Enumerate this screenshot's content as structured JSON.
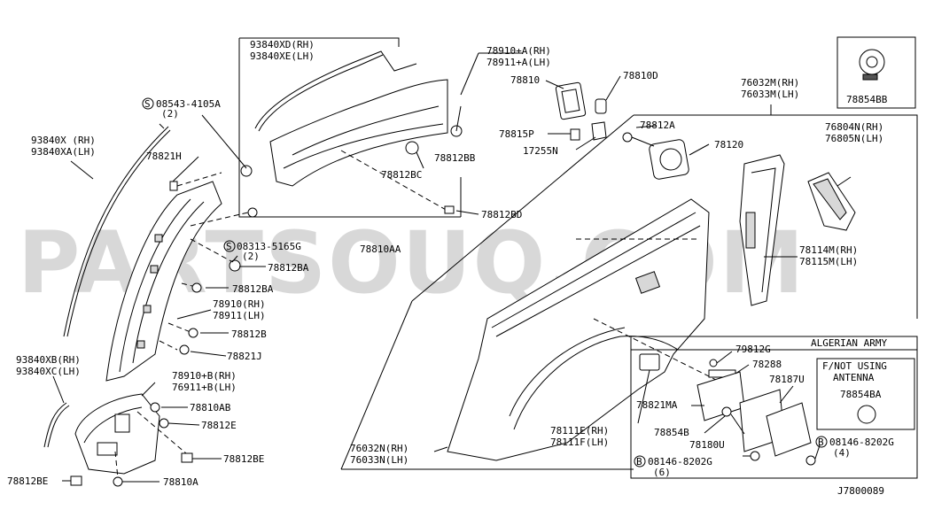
{
  "diagram_code": "J7800089",
  "watermark": "PARTSOUQ.COM",
  "labels": {
    "l_93840xd": "93840XD(RH)",
    "l_93840xe": "93840XE(LH)",
    "l_78910a": "78910+A(RH)",
    "l_78911a": "78911+A(LH)",
    "l_78810": "78810",
    "l_78810d": "78810D",
    "l_78815p": "78815P",
    "l_17255n": "17255N",
    "l_78812bb": "78812BB",
    "l_78812bc": "78812BC",
    "l_78812bd": "78812BD",
    "l_78810aa": "78810AA",
    "l_08543": "08543-4105A",
    "l_08543q": "(2)",
    "l_93840x": "93840X (RH)",
    "l_93840xa": "93840XA(LH)",
    "l_78821h": "78821H",
    "l_08313": "08313-5165G",
    "l_08313q": "(2)",
    "l_78812ba1": "78812BA",
    "l_78812ba2": "78812BA",
    "l_78910": "78910(RH)",
    "l_78911": "78911(LH)",
    "l_78812b": "78812B",
    "l_78821j": "78821J",
    "l_93840xb": "93840XB(RH)",
    "l_93840xc": "93840XC(LH)",
    "l_78910b": "78910+B(RH)",
    "l_76911b": "76911+B(LH)",
    "l_78810ab": "78810AB",
    "l_78812e": "78812E",
    "l_78812be1": "78812BE",
    "l_78812be2": "78812BE",
    "l_78810a": "78810A",
    "l_78854bb": "78854BB",
    "l_76032m": "76032M(RH)",
    "l_76033m": "76033M(LH)",
    "l_78812a": "78812A",
    "l_78120": "78120",
    "l_76804n": "76804N(RH)",
    "l_76805n": "76805N(LH)",
    "l_78114m": "78114M(RH)",
    "l_78115m": "78115M(LH)",
    "l_algerian": "ALGERIAN ARMY",
    "l_79812g": "79812G",
    "l_78288": "78288",
    "l_78821ma": "78821MA",
    "l_78187u": "78187U",
    "l_78854b": "78854B",
    "l_78180u": "78180U",
    "l_08146a": "08146-8202G",
    "l_08146aq": "(6)",
    "l_08146b": "08146-8202G",
    "l_08146bq": "(4)",
    "l_fnot1": "F/NOT USING",
    "l_fnot2": "ANTENNA",
    "l_78854ba": "78854BA",
    "l_78111e": "78111E(RH)",
    "l_78111f": "78111F(LH)",
    "l_76032n": "76032N(RH)",
    "l_76033n": "76033N(LH)"
  },
  "symbols": {
    "s_circle": "S",
    "b_circle": "B"
  }
}
